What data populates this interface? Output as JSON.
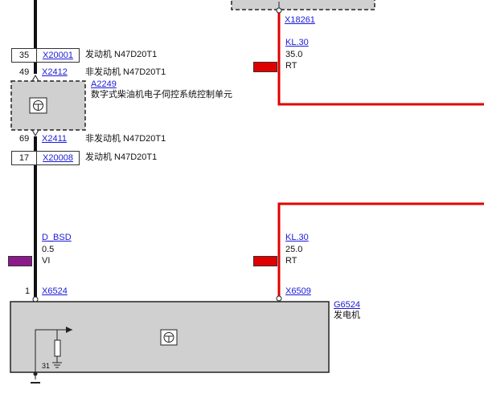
{
  "top_connector": {
    "id": "X18261"
  },
  "kl30_top": {
    "name": "KL.30",
    "size": "35.0",
    "color_code": "RT",
    "swatch": "#e00000"
  },
  "ecu_connections": [
    {
      "pin": "35",
      "connector": "X20001",
      "desc": "发动机 N47D20T1"
    },
    {
      "pin": "49",
      "connector": "X2412",
      "desc": "非发动机 N47D20T1"
    },
    {
      "pin": "69",
      "connector": "X2411",
      "desc": "非发动机 N47D20T1"
    },
    {
      "pin": "17",
      "connector": "X20008",
      "desc": "发动机 N47D20T1"
    }
  ],
  "ecu": {
    "id": "A2249",
    "name": "数字式柴油机电子伺控系统控制单元"
  },
  "dbsd": {
    "name": "D_BSD",
    "size": "0.5",
    "color_code": "VI",
    "swatch": "#8b1a8b"
  },
  "kl30_bottom": {
    "name": "KL.30",
    "size": "25.0",
    "color_code": "RT",
    "swatch": "#e00000"
  },
  "gen_pins": [
    {
      "pin": "1",
      "connector": "X6524"
    },
    {
      "connector": "X6509"
    }
  ],
  "generator": {
    "id": "G6524",
    "name": "发电机",
    "ground_label": "31"
  }
}
